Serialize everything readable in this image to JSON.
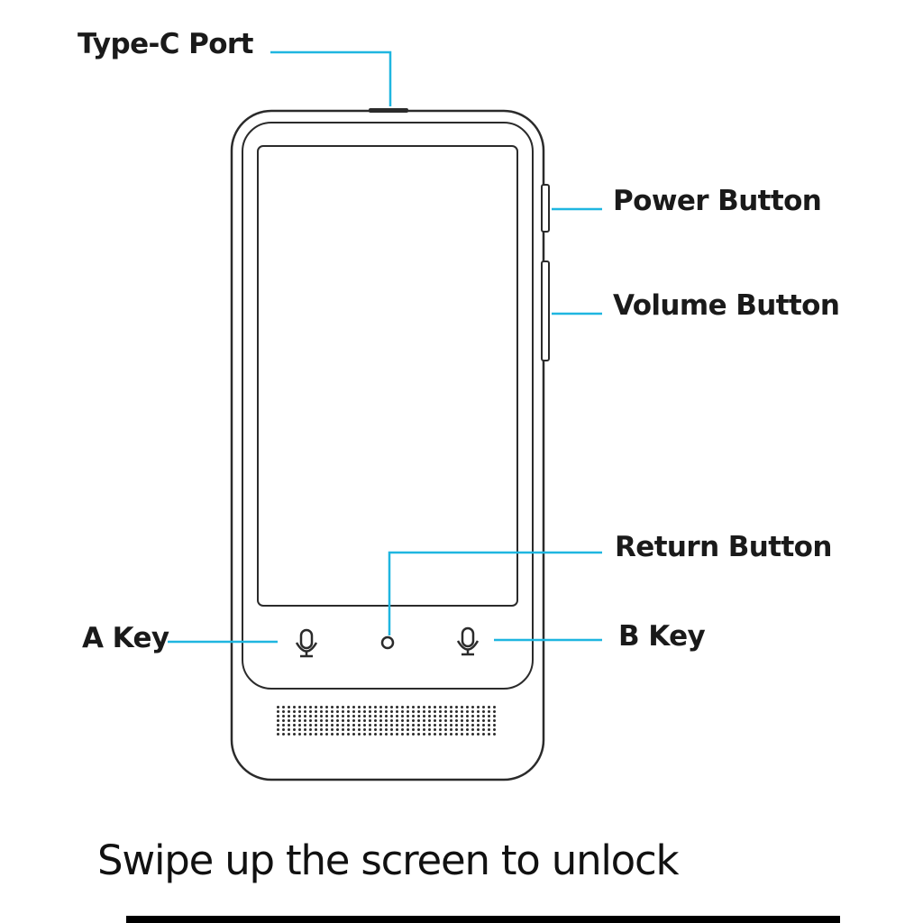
{
  "labels": {
    "type_c_port": "Type-C Port",
    "power_button": "Power Button",
    "volume_button": "Volume Button",
    "return_button": "Return Button",
    "a_key": "A Key",
    "b_key": "B Key"
  },
  "caption": "Swipe up the screen to unlock",
  "colors": {
    "leader_line": "#1fb6e0",
    "outline": "#2b2b2b",
    "text": "#1a1a1a"
  },
  "icons": {
    "a_key": "microphone-icon",
    "b_key": "microphone-icon",
    "return_button": "circle-icon",
    "speaker": "speaker-grille"
  }
}
